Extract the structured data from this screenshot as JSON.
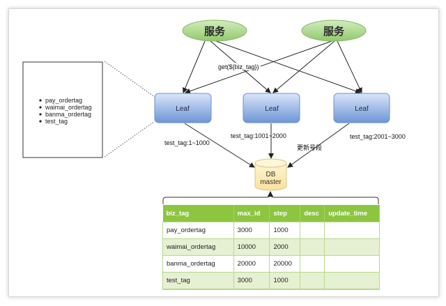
{
  "services": [
    {
      "label": "服务"
    },
    {
      "label": "服务"
    }
  ],
  "call_label": "get(${biz_tag})",
  "leaves": [
    {
      "label": "Leaf",
      "range_label": "test_tag:1~1000"
    },
    {
      "label": "Leaf",
      "range_label": "test_tag:1001~2000"
    },
    {
      "label": "Leaf",
      "range_label": "test_tag:2001~3000"
    }
  ],
  "update_label": "更新号段",
  "db": {
    "line1": "DB",
    "line2": "master"
  },
  "tag_list": [
    "pay_ordertag",
    "waimai_ordertag",
    "banma_ordertag",
    "test_tag"
  ],
  "colors": {
    "service_fill": "#a8d68a",
    "leaf_fill_top": "#d6e4f8",
    "leaf_fill_bottom": "#6f96d8",
    "db_fill": "#fdedb6",
    "table_header": "#8cc640",
    "table_alt_row": "#e6f0d2"
  },
  "table": {
    "columns": [
      "biz_tag",
      "max_id",
      "step",
      "desc",
      "update_time"
    ],
    "rows": [
      [
        "pay_ordertag",
        "3000",
        "1000",
        "",
        ""
      ],
      [
        "waimai_ordertag",
        "10000",
        "2000",
        "",
        ""
      ],
      [
        "banma_ordertag",
        "20000",
        "20000",
        "",
        ""
      ],
      [
        "test_tag",
        "3000",
        "1000",
        "",
        ""
      ]
    ]
  }
}
